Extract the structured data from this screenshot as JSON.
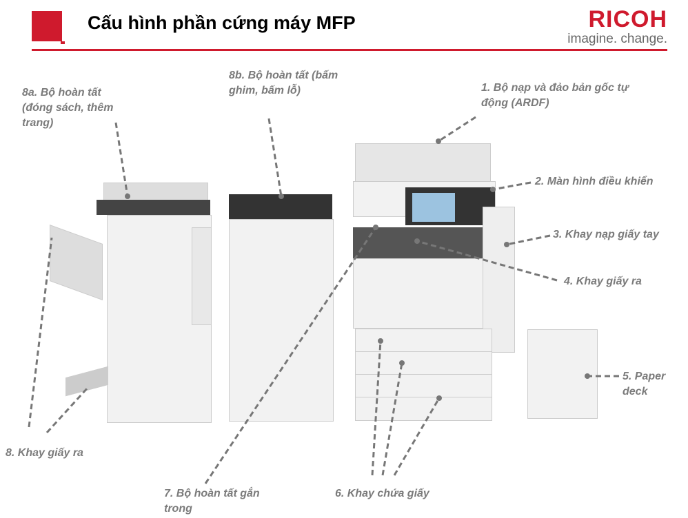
{
  "header": {
    "title": "Cấu hình phần cứng máy MFP",
    "brand": "RICOH",
    "tagline": "imagine. change."
  },
  "labels": {
    "l8a": "8a. Bộ hoàn tất (đóng sách, thêm trang)",
    "l8b": "8b. Bộ hoàn tất (bấm ghim, bấm lỗ)",
    "l1": "1. Bộ nạp và đảo bản gốc tự động (ARDF)",
    "l2": "2. Màn hình điều khiển",
    "l3": "3. Khay nạp giấy tay",
    "l4": "4. Khay giấy ra",
    "l5": "5. Paper deck",
    "l6": "6. Khay chứa giấy",
    "l7": "7. Bộ hoàn tất gắn trong",
    "l8": "8. Khay giấy ra"
  },
  "colors": {
    "accent": "#cf1a2d",
    "label": "#7b7b7b"
  }
}
